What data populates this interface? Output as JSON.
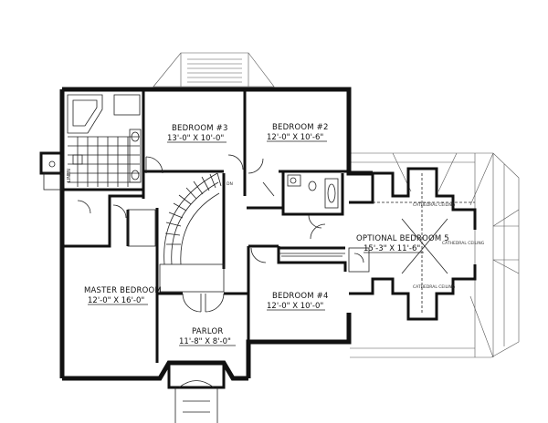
{
  "rooms": {
    "bedroom3": {
      "name": "BEDROOM #3",
      "dims": "13'-0\" X 10'-0\""
    },
    "bedroom2": {
      "name": "BEDROOM #2",
      "dims": "12'-0\" X 10'-6\""
    },
    "master": {
      "name": "MASTER BEDROOM",
      "dims": "12'-0\" X 16'-0\""
    },
    "bedroom4": {
      "name": "BEDROOM #4",
      "dims": "12'-0\" X 10'-0\""
    },
    "parlor": {
      "name": "PARLOR",
      "dims": "11'-8\" X 8'-0\""
    },
    "optional5": {
      "name": "OPTIONAL BEDROOM 5",
      "dims": "15'-3\" X 11'-6\""
    }
  },
  "labels": {
    "linen": "LINEN",
    "stair_dn": "DN",
    "ceiling": "CATHEDRAL CEILING"
  }
}
